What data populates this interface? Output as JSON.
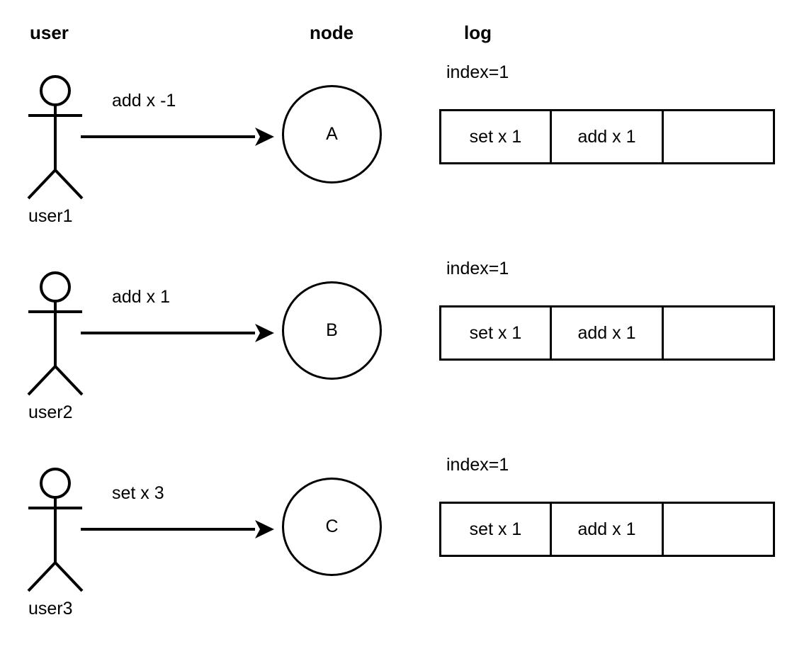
{
  "headers": {
    "user": "user",
    "node": "node",
    "log": "log"
  },
  "colors": {
    "stroke": "#000000",
    "background": "#ffffff",
    "text": "#000000"
  },
  "rows": [
    {
      "actor_label": "user1",
      "message": "add x -1",
      "node_label": "A",
      "log": {
        "index_label": "index=1",
        "entries": [
          "set x 1",
          "add x 1",
          ""
        ]
      }
    },
    {
      "actor_label": "user2",
      "message": "add x 1",
      "node_label": "B",
      "log": {
        "index_label": "index=1",
        "entries": [
          "set x 1",
          "add x 1",
          ""
        ]
      }
    },
    {
      "actor_label": "user3",
      "message": "set x 3",
      "node_label": "C",
      "log": {
        "index_label": "index=1",
        "entries": [
          "set x 1",
          "add x 1",
          ""
        ]
      }
    }
  ]
}
